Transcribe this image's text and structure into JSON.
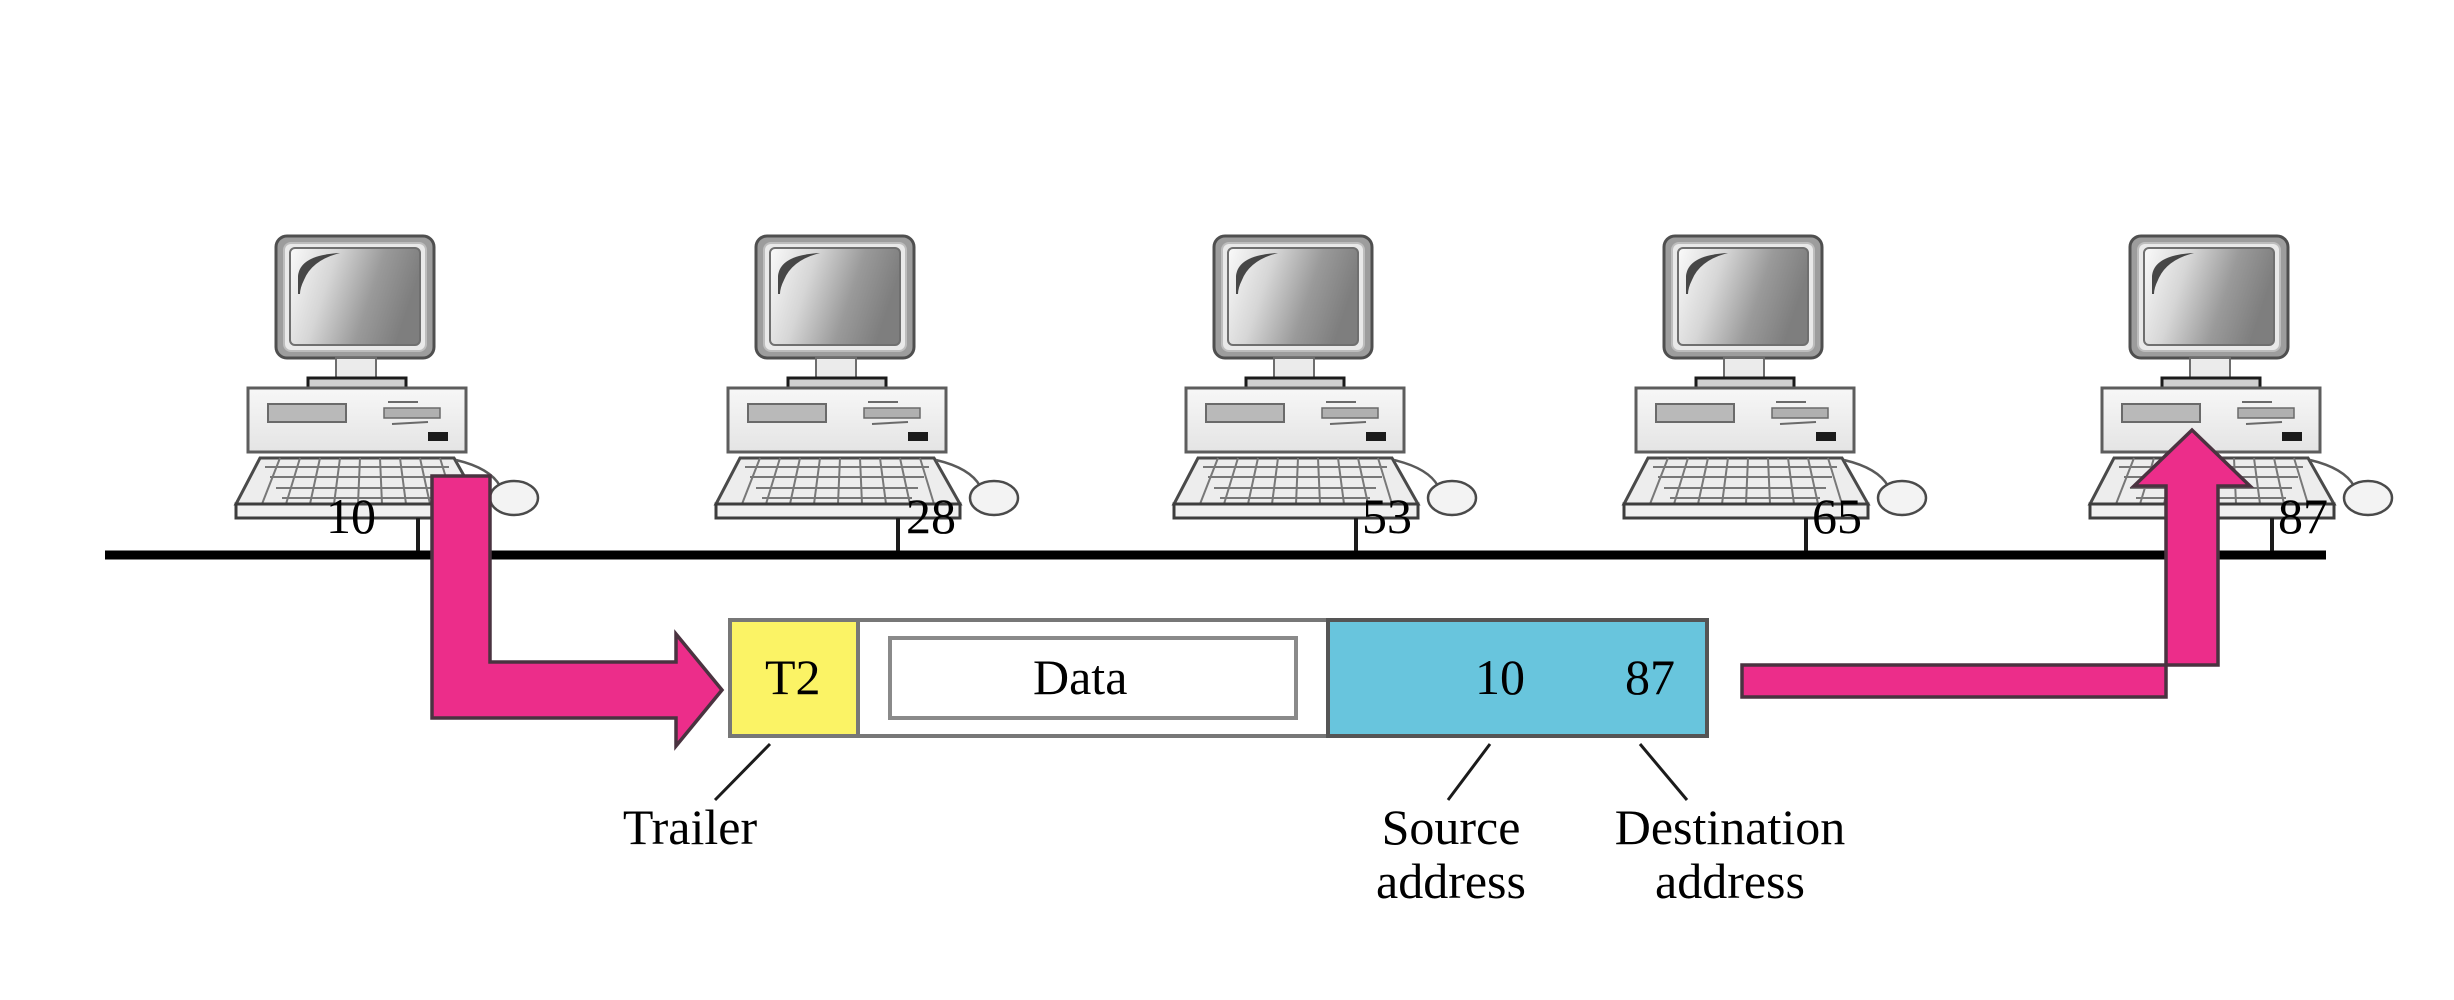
{
  "diagram": {
    "title": "Bus topology LAN frame addressing",
    "type": "network-bus-diagram",
    "colors": {
      "bus_line": "#000000",
      "arrow_fill": "#ec2d8a",
      "arrow_stroke": "#4a3340",
      "trailer_fill": "#fbf365",
      "header_fill": "#68c5dd",
      "data_fill": "#ffffff",
      "box_stroke": "#777777",
      "monitor_bezel": "#8c8c8c",
      "case_fill": "#f2f2f2",
      "text": "#000000"
    }
  },
  "bus": {
    "name": "shared-bus-line"
  },
  "stations": [
    {
      "address": "10",
      "role": "source"
    },
    {
      "address": "28",
      "role": "idle"
    },
    {
      "address": "53",
      "role": "idle"
    },
    {
      "address": "65",
      "role": "idle"
    },
    {
      "address": "87",
      "role": "destination"
    }
  ],
  "frame": {
    "trailer": "T2",
    "data": "Data",
    "source_address": "10",
    "destination_address": "87"
  },
  "captions": {
    "trailer": "Trailer",
    "source_line1": "Source",
    "source_line2": "address",
    "destination_line1": "Destination",
    "destination_line2": "address"
  },
  "arrows": {
    "send": "send-arrow-from-station-10",
    "receive": "receive-arrow-to-station-87"
  }
}
